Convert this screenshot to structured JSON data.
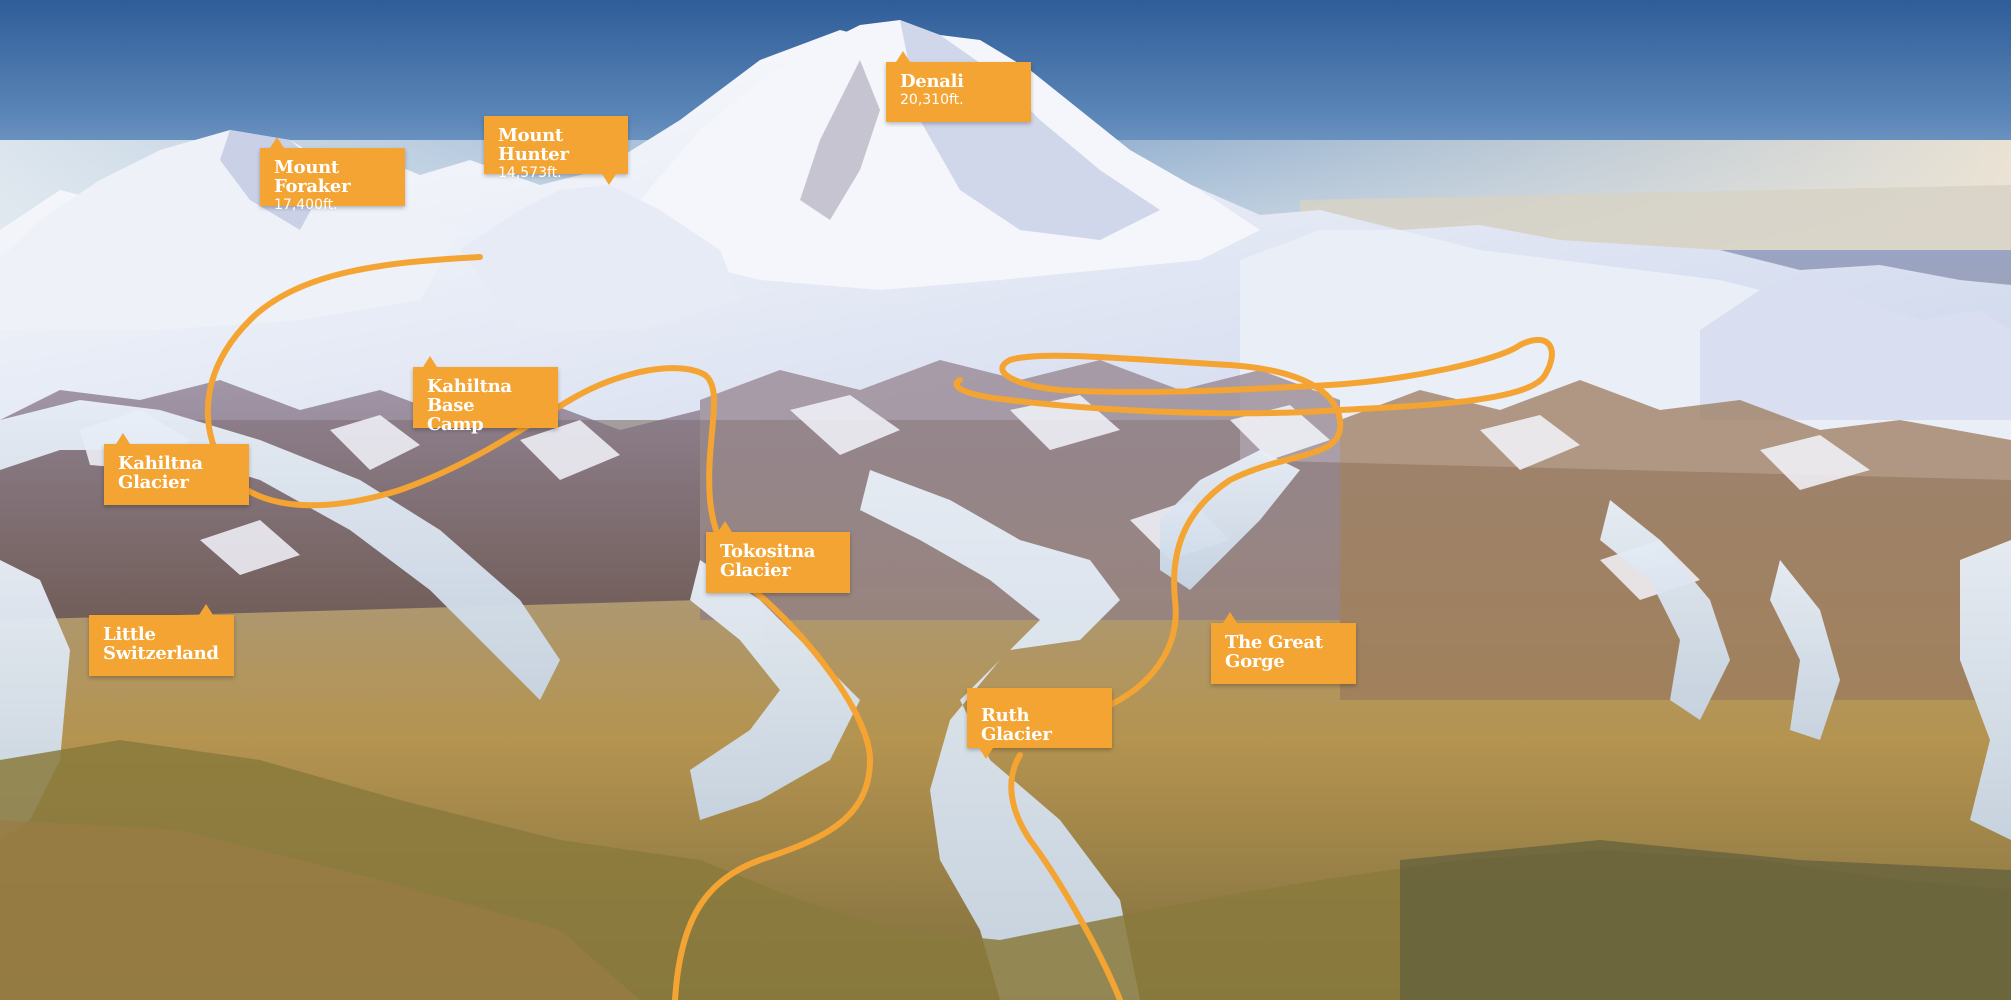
{
  "map": {
    "route_color": "#f4a432",
    "label_color": "#f4a432",
    "label_text_color": "#ffffff",
    "labels": [
      {
        "id": "denali",
        "name": "Denali",
        "elevation": "20,310ft."
      },
      {
        "id": "mount-hunter",
        "name": "Mount Hunter",
        "elevation": "14,573ft."
      },
      {
        "id": "mount-foraker",
        "name": "Mount Foraker",
        "elevation": "17,400ft."
      },
      {
        "id": "kahiltna-base-camp",
        "name": "Kahiltna Base\nCamp"
      },
      {
        "id": "kahiltna-glacier",
        "name": "Kahiltna\nGlacier"
      },
      {
        "id": "tokositna-glacier",
        "name": "Tokositna\nGlacier"
      },
      {
        "id": "little-switzerland",
        "name": "Little\nSwitzerland"
      },
      {
        "id": "the-great-gorge",
        "name": "The Great\nGorge"
      },
      {
        "id": "ruth-glacier",
        "name": "Ruth Glacier"
      }
    ]
  }
}
